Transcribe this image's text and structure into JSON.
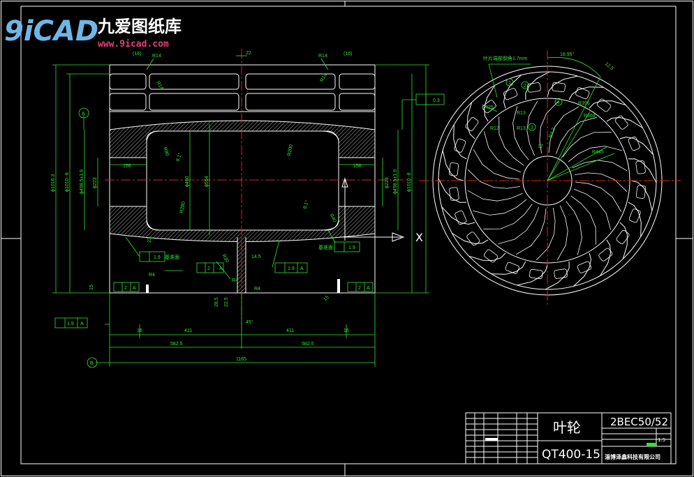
{
  "watermark": {
    "logo": "9iCAD",
    "name_cn": "九爱图纸库",
    "url": "www.9icad.com"
  },
  "title_block": {
    "part_name": "叶轮",
    "drawing_no": "2BEC50/52",
    "material": "QT400-15",
    "scale": "1:5",
    "company": "淄博泽鑫科技有限公司"
  },
  "datums": {
    "a": "A",
    "b": "B"
  },
  "axis_label": "X",
  "dims": {
    "top_16_left": "(16)",
    "top_16_right": "(16)",
    "top_22": "22",
    "r14_top_left": "R14",
    "r14_top_right": "R14",
    "r14_bar_left": "R14",
    "r14_bar_right": "R14",
    "w156_left": "156",
    "w156_right": "156",
    "phi223_left": "ϕ223",
    "phi223_right": "ϕ223",
    "phi460": "ϕ460",
    "phi554": "ϕ554",
    "phi4985_left": "ϕ498.5±1.9",
    "phi4985_right": "ϕ498.5±1.9",
    "phi1010_left": "ϕ1010 -8",
    "phi1010_right": "ϕ1010 -8",
    "phi10163": "ϕ1016.3",
    "r80": "R80",
    "r40": "R40",
    "r280": "R280",
    "r200": "R200",
    "r30": "R30",
    "angle_81_a": "8.1°",
    "angle_81_b": "8.1°",
    "d145": "14.5",
    "r4_a": "R4",
    "r4_b": "R4",
    "r4_c": "R4",
    "d285": "28.5",
    "d225": "22.5",
    "angle_45": "45°",
    "d23": "23",
    "d15_left": "15",
    "d15_right": "15",
    "d16_left": "16",
    "d16_right": "16",
    "d411_left": "411",
    "d411_right": "411",
    "d5825_left": "582.5",
    "d5825_right": "582.5",
    "d1165": "1165",
    "gdt_19": "1.9",
    "gdt_2": "2",
    "gdt_03": "0.3",
    "note_base": "基准面",
    "blade_note": "叶片端部倒角1.7mm",
    "ang_1895": "18.95°",
    "ang_12": "12.5",
    "r25": "R25",
    "r13a": "R13",
    "r13b": "R13",
    "r12": "R12",
    "r42": "R4.2",
    "r356": "R356",
    "r368": "R368",
    "r445": "R445",
    "d17": "17",
    "circ_1": "1",
    "circ_2": "2",
    "circ_3": "3",
    "circ_4": "4"
  }
}
